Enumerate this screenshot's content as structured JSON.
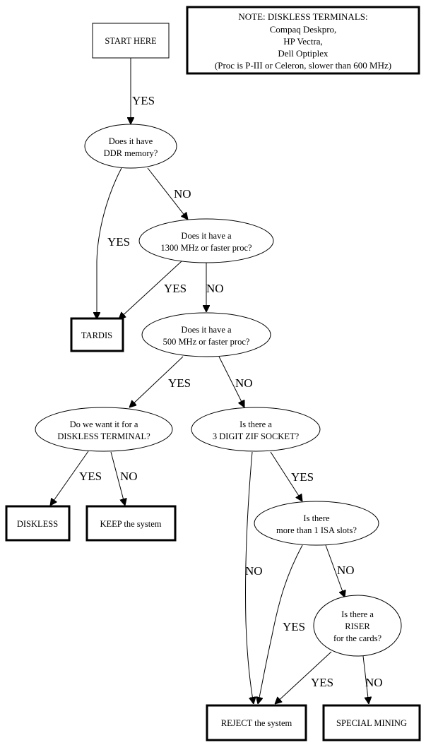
{
  "diagram": {
    "nodes": {
      "start": {
        "lines": [
          "START HERE"
        ]
      },
      "note": {
        "lines": [
          "NOTE: DISKLESS TERMINALS:",
          "Compaq Deskpro,",
          "HP Vectra,",
          "Dell Optiplex",
          "(Proc is P-III or Celeron, slower than 600 MHz)"
        ]
      },
      "ddr": {
        "lines": [
          "Does it have",
          "DDR memory?"
        ]
      },
      "mhz1300": {
        "lines": [
          "Does it have a",
          "1300 MHz or faster proc?"
        ]
      },
      "tardis": {
        "lines": [
          "TARDIS"
        ]
      },
      "mhz500": {
        "lines": [
          "Does it have a",
          "500 MHz or faster proc?"
        ]
      },
      "diskless_q": {
        "lines": [
          "Do we want it for a",
          "DISKLESS TERMINAL?"
        ]
      },
      "zif": {
        "lines": [
          "Is there a",
          "3 DIGIT ZIF SOCKET?"
        ]
      },
      "diskless": {
        "lines": [
          "DISKLESS"
        ]
      },
      "keep": {
        "lines": [
          "KEEP the system"
        ]
      },
      "isa": {
        "lines": [
          "Is there",
          "more than 1 ISA slots?"
        ]
      },
      "riser": {
        "lines": [
          "Is there a",
          "RISER",
          "for the cards?"
        ]
      },
      "reject": {
        "lines": [
          "REJECT the system"
        ]
      },
      "special": {
        "lines": [
          "SPECIAL MINING"
        ]
      }
    },
    "edges": [
      {
        "from": "start",
        "to": "ddr",
        "label": "YES"
      },
      {
        "from": "ddr",
        "to": "tardis",
        "label": "YES"
      },
      {
        "from": "ddr",
        "to": "mhz1300",
        "label": "NO"
      },
      {
        "from": "mhz1300",
        "to": "tardis",
        "label": "YES"
      },
      {
        "from": "mhz1300",
        "to": "mhz500",
        "label": "NO"
      },
      {
        "from": "mhz500",
        "to": "diskless_q",
        "label": "YES"
      },
      {
        "from": "mhz500",
        "to": "zif",
        "label": "NO"
      },
      {
        "from": "diskless_q",
        "to": "diskless",
        "label": "YES"
      },
      {
        "from": "diskless_q",
        "to": "keep",
        "label": "NO"
      },
      {
        "from": "zif",
        "to": "isa",
        "label": "YES"
      },
      {
        "from": "zif",
        "to": "reject",
        "label": "NO"
      },
      {
        "from": "isa",
        "to": "reject",
        "label": "YES"
      },
      {
        "from": "isa",
        "to": "riser",
        "label": "NO"
      },
      {
        "from": "riser",
        "to": "reject",
        "label": "YES"
      },
      {
        "from": "riser",
        "to": "special",
        "label": "NO"
      }
    ]
  }
}
